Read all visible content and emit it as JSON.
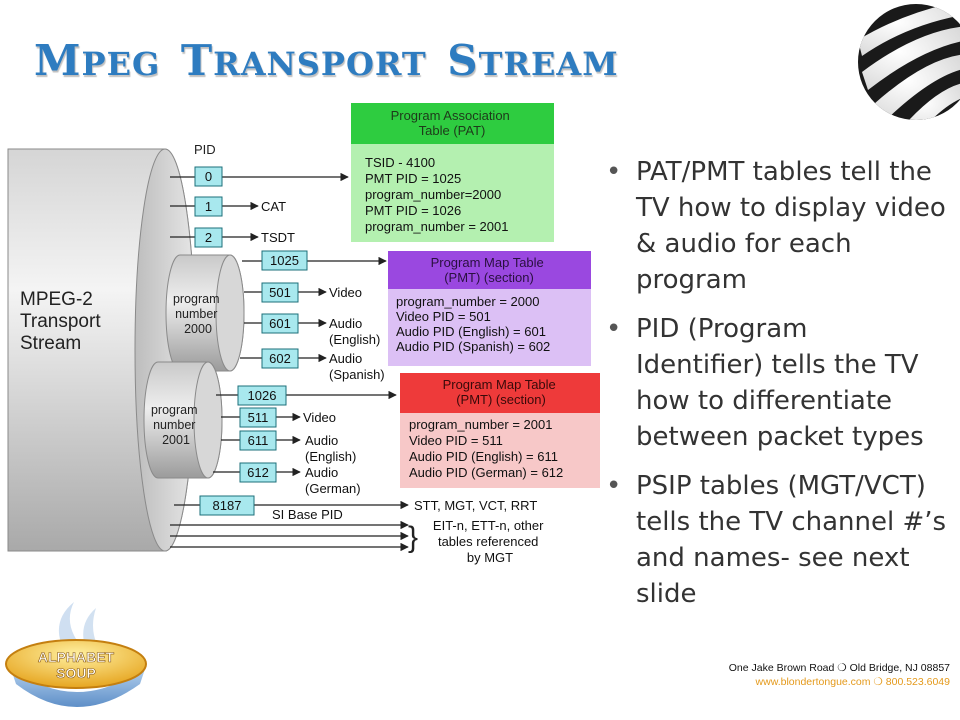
{
  "title": {
    "word1_first": "M",
    "word1_rest": "PEG",
    "word2_first": "T",
    "word2_rest": "RANSPORT",
    "word3_first": "S",
    "word3_rest": "TREAM"
  },
  "diagram": {
    "stream_label": [
      "MPEG-2",
      "Transport",
      "Stream"
    ],
    "pid_header": "PID",
    "pids": {
      "pat": "0",
      "cat": "1",
      "tsdt": "2",
      "pmt_2000": "1025",
      "video_2000": "501",
      "audio_en_2000": "601",
      "audio_es_2000": "602",
      "pmt_2001": "1026",
      "video_2001": "511",
      "audio_en_2001": "611",
      "audio_de_2001": "612",
      "si_base": "8187"
    },
    "labels": {
      "cat": "CAT",
      "tsdt": "TSDT",
      "video_2000": "Video",
      "audio_en_2000": [
        "Audio",
        "(English)"
      ],
      "audio_es_2000": [
        "Audio",
        "(Spanish)"
      ],
      "video_2001": "Video",
      "audio_en_2001": [
        "Audio",
        "(English)"
      ],
      "audio_de_2001": [
        "Audio",
        "(German)"
      ],
      "si_base": "SI Base PID",
      "stt": "STT, MGT, VCT, RRT",
      "eit": [
        "EIT-n, ETT-n, other",
        "tables referenced",
        "by MGT"
      ]
    },
    "programs": {
      "p2000": [
        "program",
        "number",
        "2000"
      ],
      "p2001": [
        "program",
        "number",
        "2001"
      ]
    },
    "pat_table": {
      "header": [
        "Program Association",
        "Table (PAT)"
      ],
      "rows": [
        "TSID - 4100",
        "PMT PID = 1025",
        "program_number=2000",
        "PMT PID = 1026",
        "program_number = 2001"
      ]
    },
    "pmt_2000_table": {
      "header": [
        "Program Map Table",
        "(PMT) (section)"
      ],
      "rows": [
        "program_number = 2000",
        "Video PID = 501",
        "Audio PID (English) = 601",
        "Audio PID (Spanish) = 602"
      ]
    },
    "pmt_2001_table": {
      "header": [
        "Program Map Table",
        "(PMT) (section)"
      ],
      "rows": [
        "program_number = 2001",
        "Video PID = 511",
        "Audio PID (English) = 611",
        "Audio PID (German) = 612"
      ]
    }
  },
  "bullets": [
    "PAT/PMT tables tell the TV how to display video & audio for each program",
    "PID (Program Identifier) tells the TV how to differentiate between packet types",
    "PSIP tables (MGT/VCT) tells the TV channel #’s and names- see next slide"
  ],
  "bullets_wrapped": [
    [
      "PAT/PMT tables tell the",
      "TV how to display video",
      "& audio for each",
      "program"
    ],
    [
      "PID (Program",
      "Identifier) tells the TV",
      "how to differentiate",
      "between packet types"
    ],
    [
      "PSIP tables (MGT/VCT)",
      "tells the TV channel #’s",
      "and names- see next",
      "slide"
    ]
  ],
  "logo": {
    "text": [
      "ALPHABET",
      "SOUP"
    ]
  },
  "footer": {
    "address": "One Jake Brown Road ❍ Old Bridge, NJ 08857",
    "web": "www.blondertongue.com ❍ 800.523.6049"
  },
  "colors": {
    "title": "#2e7cc0",
    "pid_box": "#a8e8ee",
    "pat_header": "#2ecc40",
    "pat_body": "#b4f0b0",
    "pmt2000_header": "#9a48e0",
    "pmt2000_body": "#dcc0f5",
    "pmt2001_header": "#ee3a3a",
    "pmt2001_body": "#f7c8c8",
    "bullet_text": "#333333",
    "footer_web": "#e49a1c"
  }
}
